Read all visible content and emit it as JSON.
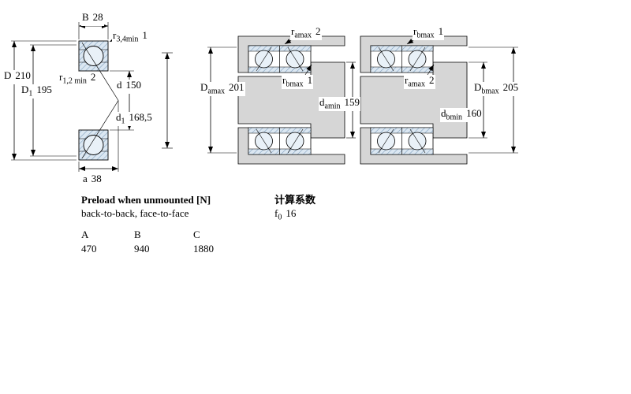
{
  "dims": {
    "B": {
      "base": "B",
      "sub": "",
      "value": "28"
    },
    "r34min": {
      "base": "r",
      "sub": "3,4min",
      "value": "1"
    },
    "D": {
      "base": "D",
      "sub": "",
      "value": "210"
    },
    "D1": {
      "base": "D",
      "sub": "1",
      "value": "195"
    },
    "r12min": {
      "base": "r",
      "sub": "1,2 min",
      "value": "2"
    },
    "d": {
      "base": "d",
      "sub": "",
      "value": "150"
    },
    "d1": {
      "base": "d",
      "sub": "1",
      "value": "168,5"
    },
    "a": {
      "base": "a",
      "sub": "",
      "value": "38"
    },
    "ramax": {
      "base": "r",
      "sub": "amax",
      "value": "2"
    },
    "rbmax": {
      "base": "r",
      "sub": "bmax",
      "value": "1"
    },
    "Damax": {
      "base": "D",
      "sub": "amax",
      "value": "201"
    },
    "damin": {
      "base": "d",
      "sub": "amin",
      "value": "159"
    },
    "Dbmax": {
      "base": "D",
      "sub": "bmax",
      "value": "205"
    },
    "dbmin": {
      "base": "d",
      "sub": "bmin",
      "value": "160"
    }
  },
  "preload": {
    "title": "Preload when unmounted [N]",
    "subtitle": "back-to-back, face-to-face",
    "columns": [
      "A",
      "B",
      "C"
    ],
    "values": [
      "470",
      "940",
      "1880"
    ]
  },
  "calculation": {
    "title": "计算系数",
    "f0": {
      "base": "f",
      "sub": "0",
      "value": "16"
    }
  },
  "colors": {
    "steel_section_gray": "#d6d6d6",
    "ring_hatch_blue": "#7d9ebc",
    "ring_fill_blue": "#dbe7f2",
    "ball_fill": "#e9f1f8",
    "line": "#000000"
  }
}
